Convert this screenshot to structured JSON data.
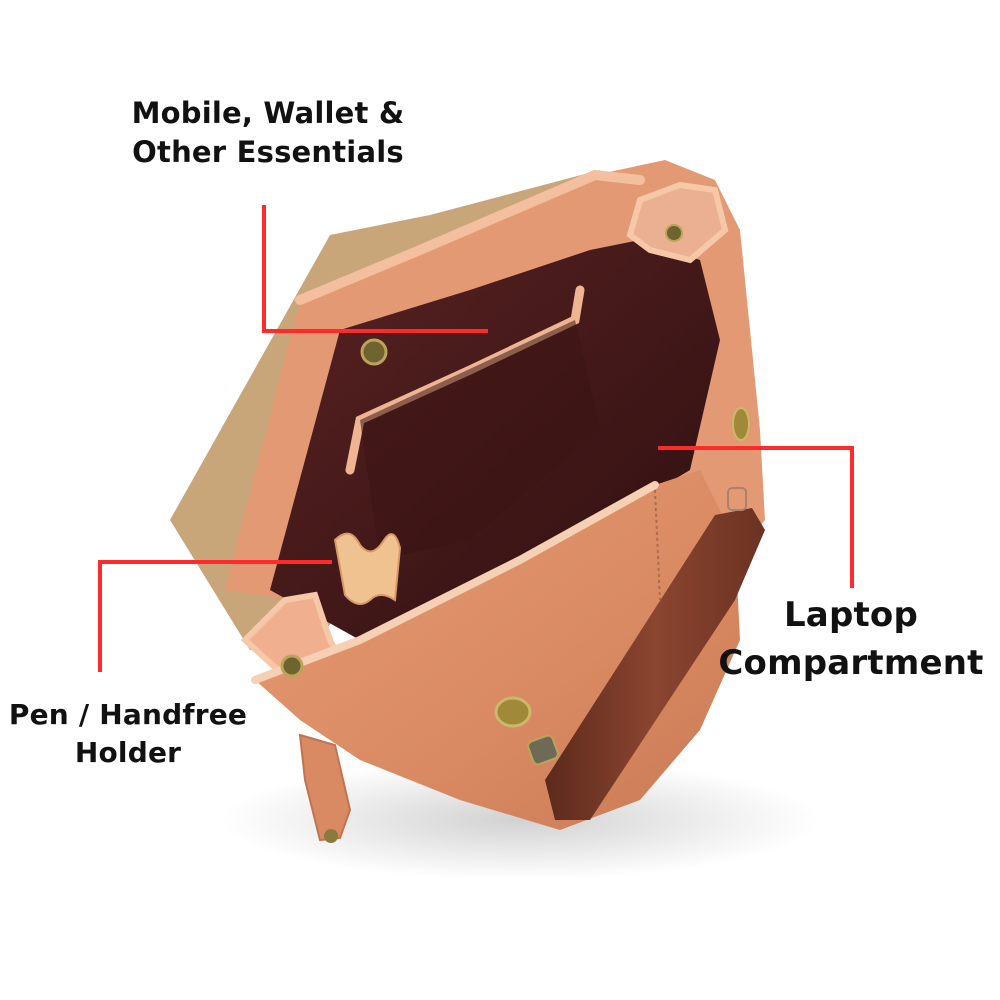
{
  "image": {
    "subject": "leather backpack interior, top-down view",
    "background_color": "#ffffff"
  },
  "callouts": [
    {
      "id": "mobile",
      "lines": [
        "Mobile, Wallet &",
        "Other Essentials"
      ],
      "target": "inner slip pocket"
    },
    {
      "id": "pen",
      "lines": [
        "Pen / Handfree",
        "Holder"
      ],
      "target": "pen loops"
    },
    {
      "id": "laptop",
      "lines": [
        "Laptop",
        "Compartment"
      ],
      "target": "rear padded compartment"
    }
  ],
  "colors": {
    "callout_line": "#ff2b2b",
    "label_text": "#111111",
    "leather_tan": "#d98a62",
    "leather_light": "#eeb08f",
    "lining_dark": "#3f1616",
    "flap_suede": "#c9a57a",
    "handle_brown": "#7a3a26",
    "brass": "#8a7a3c"
  }
}
